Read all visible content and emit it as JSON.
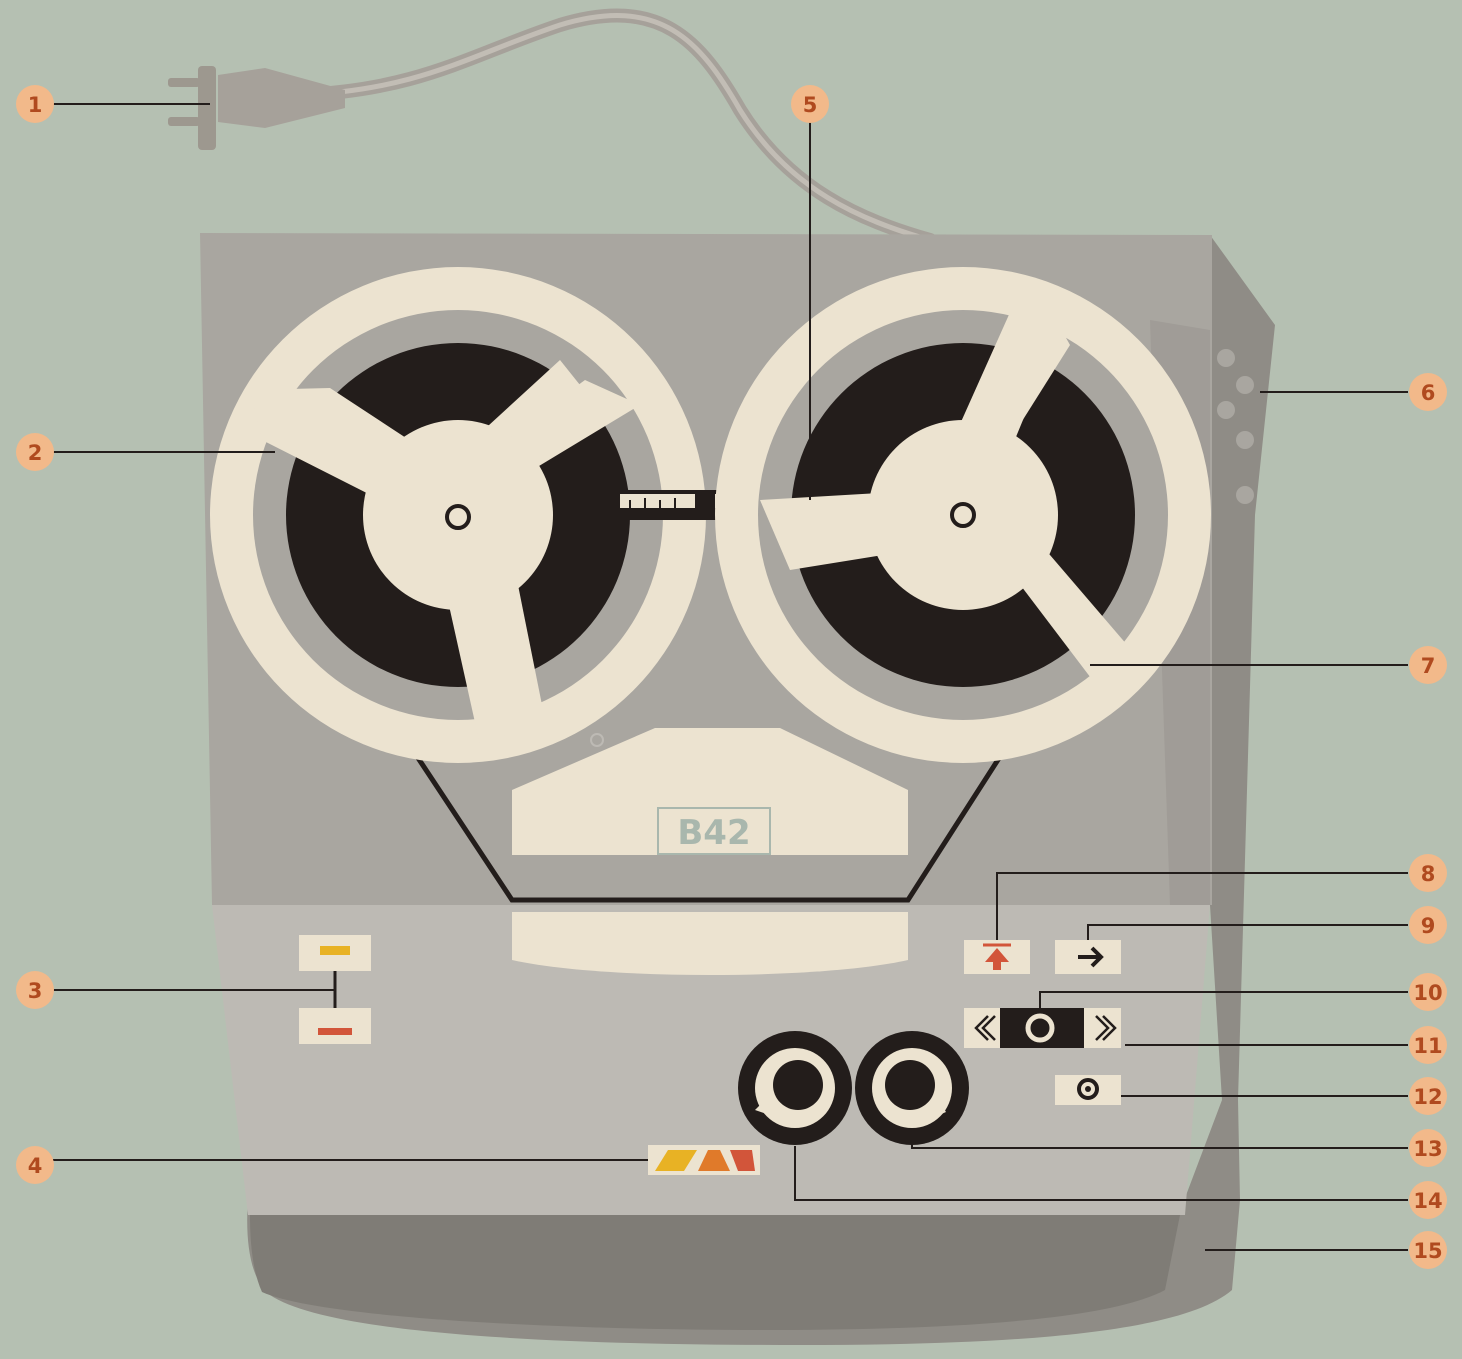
{
  "device": {
    "model_label": "B42"
  },
  "callouts": [
    {
      "id": "1",
      "label": "1"
    },
    {
      "id": "2",
      "label": "2"
    },
    {
      "id": "3",
      "label": "3"
    },
    {
      "id": "4",
      "label": "4"
    },
    {
      "id": "5",
      "label": "5"
    },
    {
      "id": "6",
      "label": "6"
    },
    {
      "id": "7",
      "label": "7"
    },
    {
      "id": "8",
      "label": "8"
    },
    {
      "id": "9",
      "label": "9"
    },
    {
      "id": "10",
      "label": "10"
    },
    {
      "id": "11",
      "label": "11"
    },
    {
      "id": "12",
      "label": "12"
    },
    {
      "id": "13",
      "label": "13"
    },
    {
      "id": "14",
      "label": "14"
    },
    {
      "id": "15",
      "label": "15"
    }
  ],
  "colors": {
    "background": "#b5c0b2",
    "body": "#a9a6a0",
    "body_dark": "#8f8c86",
    "panel": "#bdbab4",
    "reel": "#ece3d0",
    "tape": "#231d1b",
    "callout_badge": "#f2b98a",
    "callout_text": "#b04a1f",
    "accent_red": "#d2553a",
    "accent_yellow": "#e8b224",
    "accent_orange": "#e07a2a"
  }
}
